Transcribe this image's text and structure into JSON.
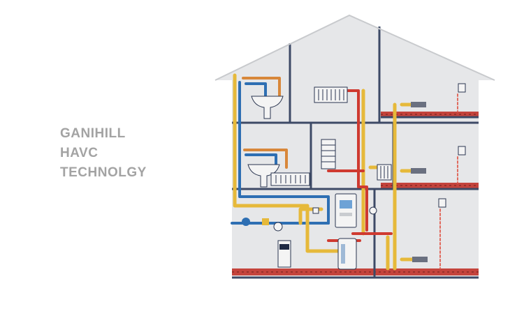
{
  "brand": {
    "line1": "GANIHILL",
    "line2": "HAVC",
    "line3": "TECHNOLGY"
  },
  "colors": {
    "text": "#a3a3a3",
    "house_fill": "#e6e7e9",
    "wall": "#3d4a66",
    "floor_heating": "#c4433c",
    "hot_pipe": "#cf3a30",
    "return_pipe": "#e6b93a",
    "cold_pipe": "#2e6fb3",
    "warm_pipe": "#d8873a",
    "appliance": "#f4f4f4"
  },
  "icons": [
    "house-outline",
    "pedestal-sink-icon",
    "towel-radiator-icon",
    "panel-radiator-icon",
    "boiler-icon",
    "water-heater-tank-icon",
    "manifold-icon",
    "thermostat-icon",
    "water-meter-icon",
    "expansion-tank-icon",
    "pump-icon"
  ]
}
